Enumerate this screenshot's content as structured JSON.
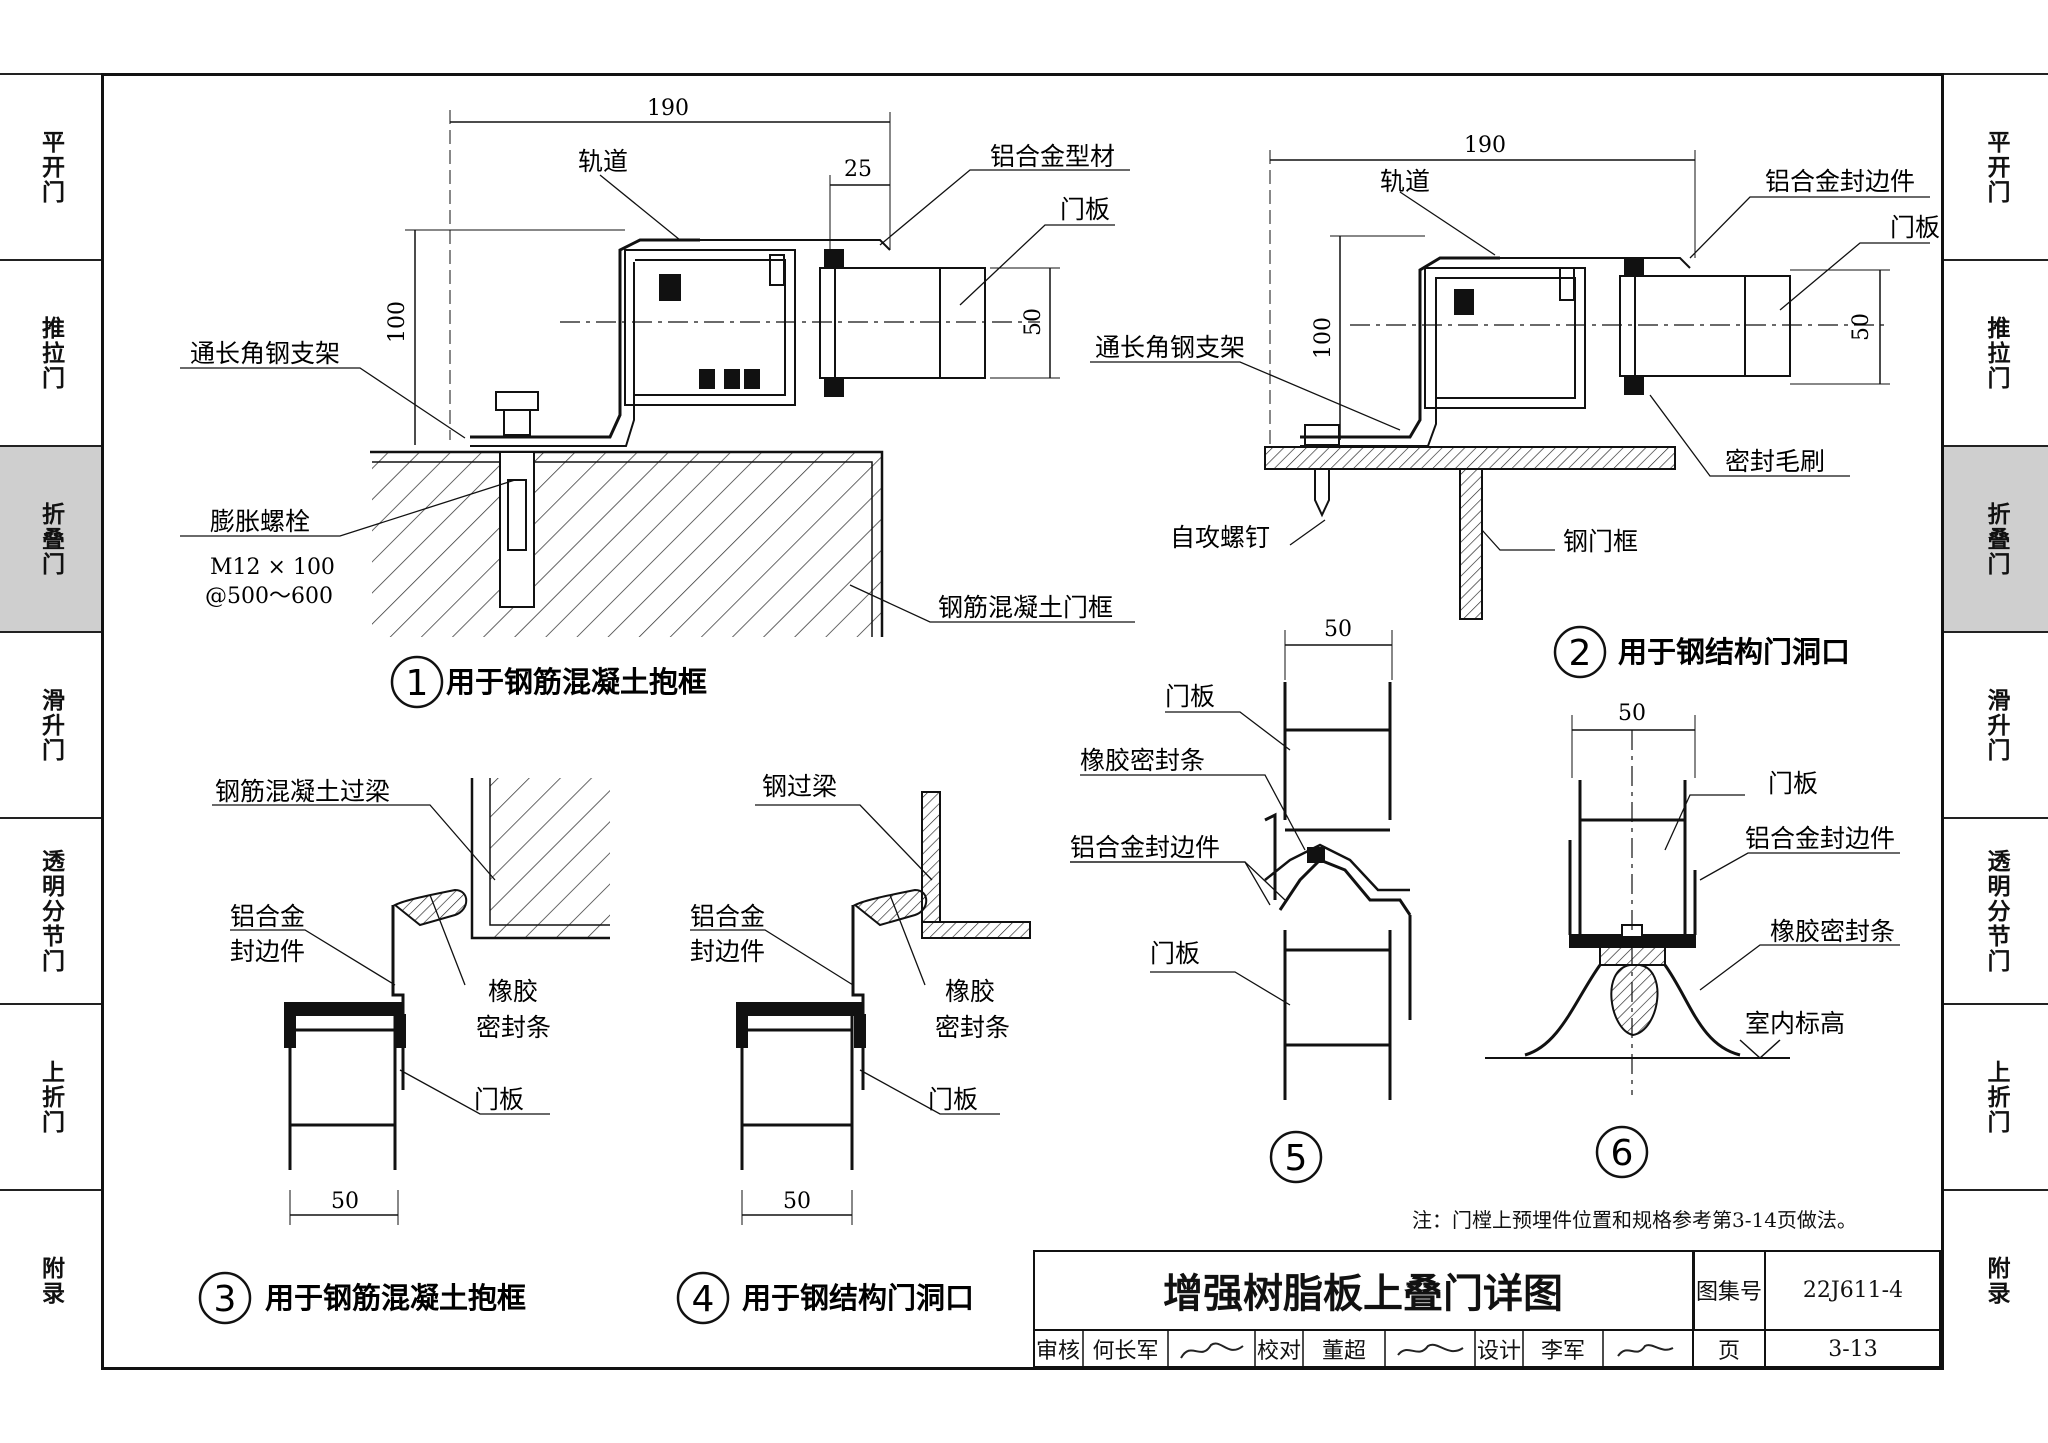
{
  "side_tabs": [
    "平开门",
    "推拉门",
    "折叠门",
    "滑升门",
    "透明分节门",
    "上折门",
    "附录"
  ],
  "side_tab_active_index": 2,
  "detail1": {
    "dims": [
      "190",
      "25",
      "100",
      "50"
    ],
    "labels": {
      "track": "轨道",
      "profile": "铝合金型材",
      "panel": "门板",
      "angle": "通长角钢支架",
      "bolt": "膨胀螺栓",
      "bolt_spec1": "M12 × 100",
      "bolt_spec2": "@500～600",
      "frame": "钢筋混凝土门框"
    },
    "number": "1",
    "caption": "用于钢筋混凝土抱框"
  },
  "detail2": {
    "dims": [
      "190",
      "100",
      "50"
    ],
    "labels": {
      "track": "轨道",
      "edge": "铝合金封边件",
      "panel": "门板",
      "angle": "通长角钢支架",
      "brush": "密封毛刷",
      "screw": "自攻螺钉",
      "frame": "钢门框"
    },
    "number": "2",
    "caption": "用于钢结构门洞口"
  },
  "detail3": {
    "dim": "50",
    "labels": {
      "beam": "钢筋混凝土过梁",
      "edge1": "铝合金",
      "edge2": "封边件",
      "seal1": "橡胶",
      "seal2": "密封条",
      "panel": "门板"
    },
    "number": "3",
    "caption": "用于钢筋混凝土抱框"
  },
  "detail4": {
    "dim": "50",
    "labels": {
      "beam": "钢过梁",
      "edge1": "铝合金",
      "edge2": "封边件",
      "seal1": "橡胶",
      "seal2": "密封条",
      "panel": "门板"
    },
    "number": "4",
    "caption": "用于钢结构门洞口"
  },
  "detail5": {
    "dim": "50",
    "labels": {
      "panel_top": "门板",
      "seal": "橡胶密封条",
      "edge": "铝合金封边件",
      "panel_bottom": "门板"
    },
    "number": "5"
  },
  "detail6": {
    "dim": "50",
    "labels": {
      "panel": "门板",
      "edge": "铝合金封边件",
      "seal": "橡胶密封条",
      "floor": "室内标高"
    },
    "number": "6"
  },
  "note": "注：门樘上预埋件位置和规格参考第3-14页做法。",
  "title_block": {
    "title": "增强树脂板上叠门详图",
    "atlas_label": "图集号",
    "atlas_no": "22J611-4",
    "review_label": "审核",
    "reviewer": "何长军",
    "check_label": "校对",
    "checker": "董超",
    "design_label": "设计",
    "designer": "李军",
    "page_label": "页",
    "page_no": "3-13"
  }
}
